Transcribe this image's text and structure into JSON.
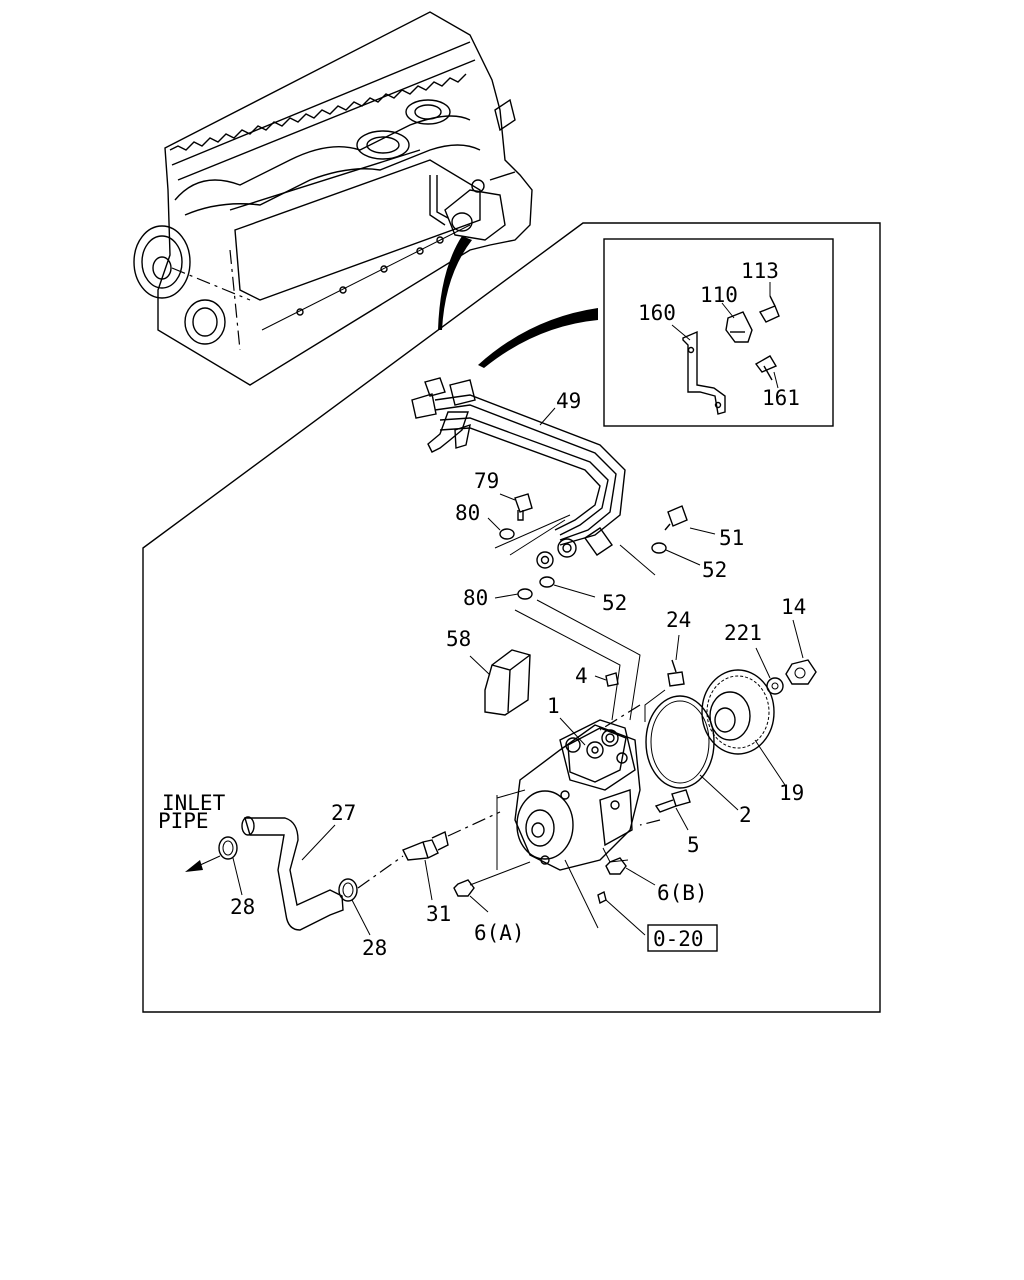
{
  "callouts": {
    "c113": "113",
    "c110": "110",
    "c160": "160",
    "c161": "161",
    "c49": "49",
    "c79": "79",
    "c80a": "80",
    "c51": "51",
    "c52a": "52",
    "c80b": "80",
    "c52b": "52",
    "c24": "24",
    "c221": "221",
    "c14": "14",
    "c58": "58",
    "c4": "4",
    "c1": "1",
    "c27": "27",
    "c2": "2",
    "c19": "19",
    "c5": "5",
    "c6b": "6(B)",
    "c28a": "28",
    "c31": "31",
    "c6a": "6(A)",
    "c28b": "28",
    "c020": "0-20"
  },
  "inlet_pipe": {
    "line1": "INLET",
    "line2": "PIPE"
  }
}
